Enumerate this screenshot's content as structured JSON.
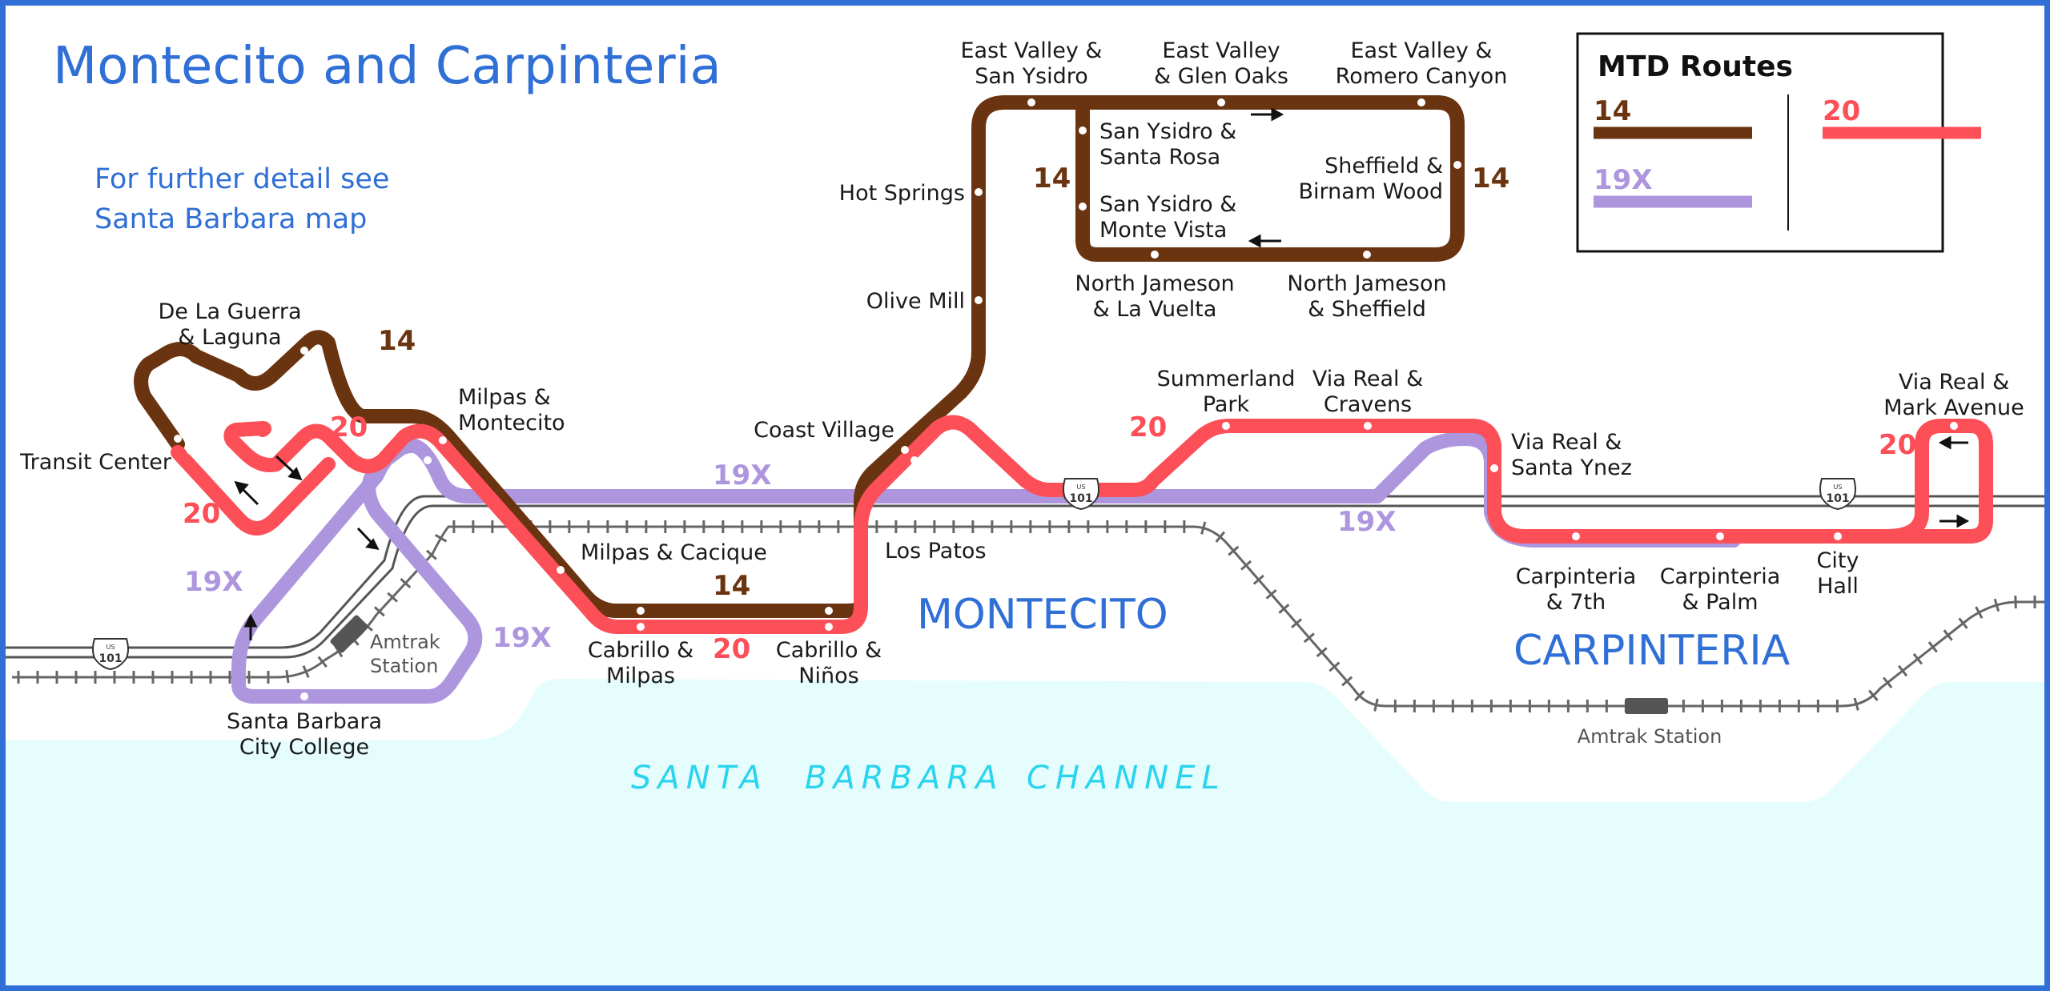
{
  "title": "Montecito and Carpinteria",
  "note_lines": [
    "For further detail see",
    "Santa Barbara map"
  ],
  "colors": {
    "route_14": "#6b3410",
    "route_20": "#fd4f58",
    "route_19x": "#ad96de",
    "border": "#2f6fd6",
    "area_text": "#2f6fd6",
    "ocean": "#e6fdfd",
    "ocean_text": "#2ad4ee",
    "rail": "#666666"
  },
  "legend": {
    "title": "MTD Routes",
    "routes": [
      {
        "label": "14",
        "color": "#6b3410"
      },
      {
        "label": "19X",
        "color": "#ad96de"
      },
      {
        "label": "20",
        "color": "#fd4f58"
      }
    ]
  },
  "areas": {
    "montecito": "MONTECITO",
    "carpinteria": "CARPINTERIA"
  },
  "water": [
    "SANTA",
    "BARBARA",
    "CHANNEL"
  ],
  "amtrak": {
    "sb": [
      "Amtrak",
      "Station"
    ],
    "carp": "Amtrak Station"
  },
  "highway": {
    "shield_top": "US",
    "number": "101"
  },
  "route_labels": {
    "r14": "14",
    "r20": "20",
    "r19x": "19X"
  },
  "stops": {
    "de_la_guerra": [
      "De La Guerra",
      "& Laguna"
    ],
    "transit_center": [
      "Transit Center"
    ],
    "milpas_montecito": [
      "Milpas &",
      "Montecito"
    ],
    "milpas_cacique": [
      "Milpas & Cacique"
    ],
    "cabrillo_milpas": [
      "Cabrillo &",
      "Milpas"
    ],
    "cabrillo_ninos": [
      "Cabrillo &",
      "Niños"
    ],
    "sbcc": [
      "Santa Barbara",
      "City College"
    ],
    "coast_village": [
      "Coast Village"
    ],
    "los_patos": [
      "Los Patos"
    ],
    "olive_mill": [
      "Olive Mill"
    ],
    "hot_springs": [
      "Hot Springs"
    ],
    "ev_san_ysidro": [
      "East Valley &",
      "San Ysidro"
    ],
    "ev_glen_oaks": [
      "East Valley",
      "& Glen Oaks"
    ],
    "ev_romero": [
      "East Valley &",
      "Romero Canyon"
    ],
    "sy_santa_rosa": [
      "San Ysidro &",
      "Santa Rosa"
    ],
    "sy_monte_vista": [
      "San Ysidro &",
      "Monte Vista"
    ],
    "sheffield_birnam": [
      "Sheffield &",
      "Birnam Wood"
    ],
    "nj_la_vuelta": [
      "North Jameson",
      "& La Vuelta"
    ],
    "nj_sheffield": [
      "North Jameson",
      "& Sheffield"
    ],
    "summerland_park": [
      "Summerland",
      "Park"
    ],
    "vr_cravens": [
      "Via Real &",
      "Cravens"
    ],
    "vr_santa_ynez": [
      "Via Real &",
      "Santa Ynez"
    ],
    "carp_7th": [
      "Carpinteria",
      "& 7th"
    ],
    "carp_palm": [
      "Carpinteria",
      "& Palm"
    ],
    "city_hall": [
      "City",
      "Hall"
    ],
    "vr_mark": [
      "Via Real &",
      "Mark Avenue"
    ]
  }
}
